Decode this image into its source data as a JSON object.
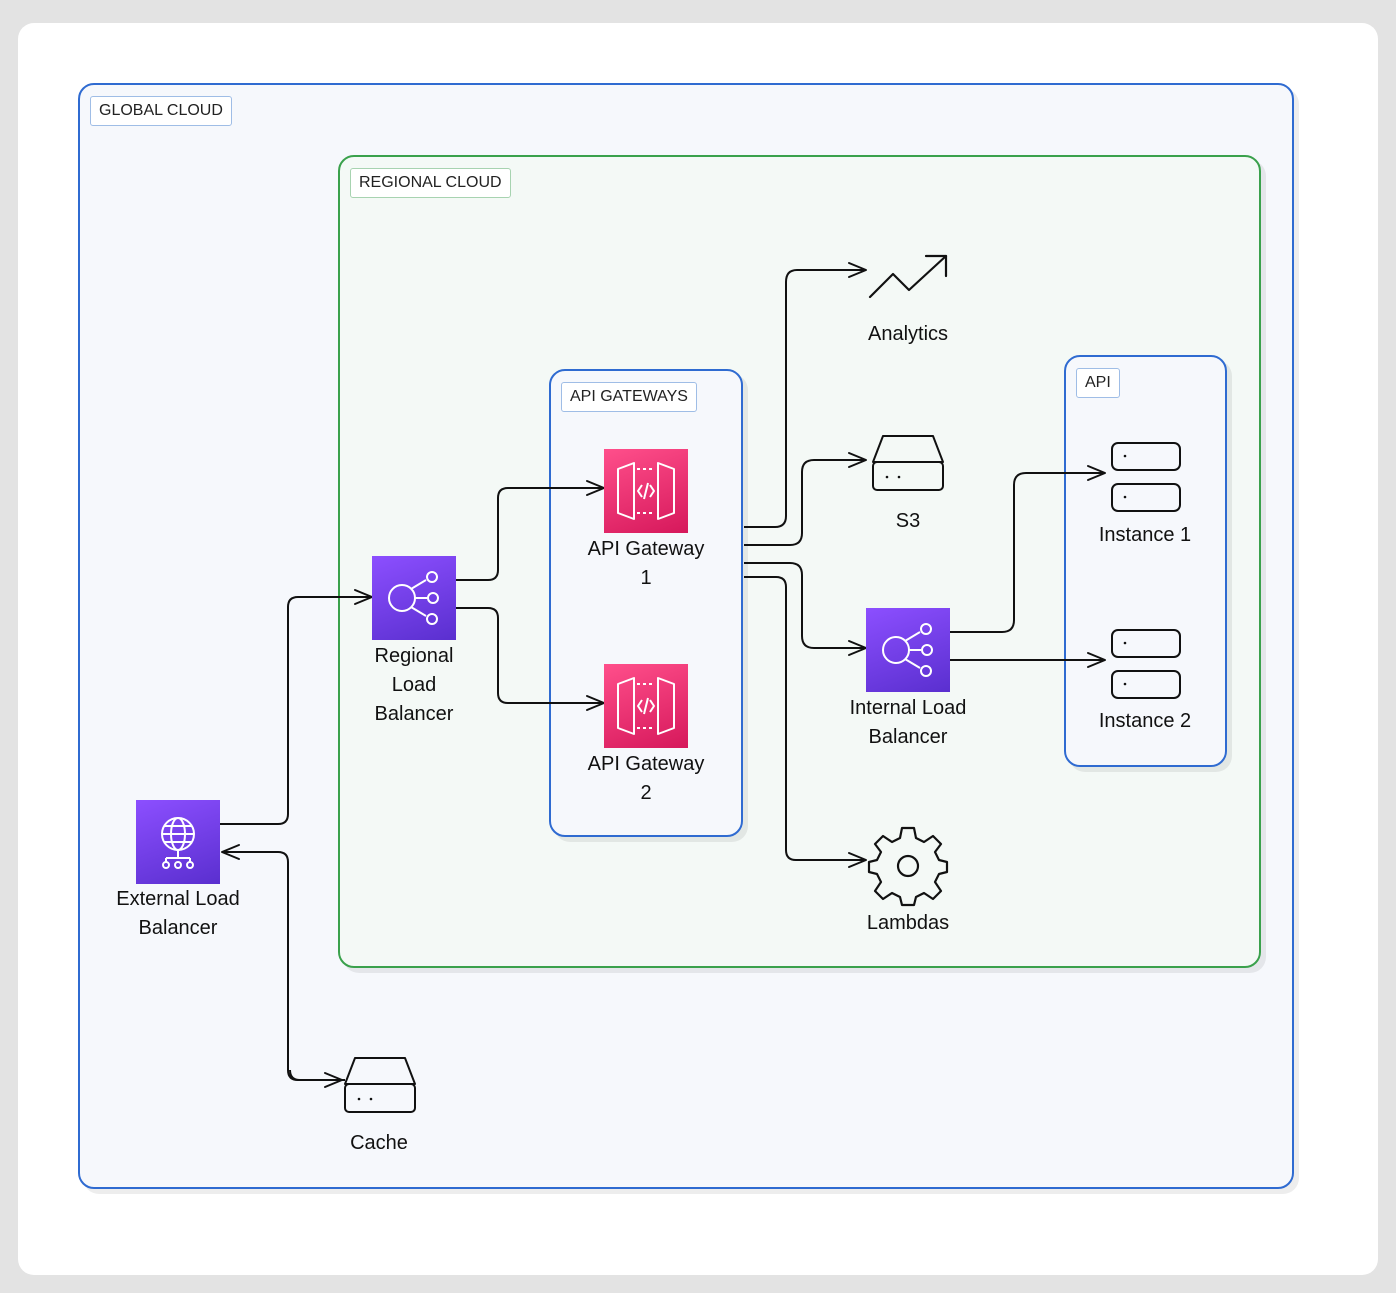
{
  "containers": {
    "global": "GLOBAL CLOUD",
    "regional": "REGIONAL CLOUD",
    "gateways": "API GATEWAYS",
    "api": "API"
  },
  "nodes": {
    "external_lb": "External Load\nBalancer",
    "cache": "Cache",
    "regional_lb": "Regional\nLoad\nBalancer",
    "gateway_1": "API Gateway\n1",
    "gateway_2": "API Gateway\n2",
    "analytics": "Analytics",
    "s3": "S3",
    "internal_lb": "Internal Load\nBalancer",
    "lambdas": "Lambdas",
    "instance_1": "Instance 1",
    "instance_2": "Instance 2"
  },
  "edges": [
    {
      "from": "External Load Balancer",
      "to": "Regional Load Balancer"
    },
    {
      "from": "Cache",
      "to": "External Load Balancer"
    },
    {
      "from": "External Load Balancer",
      "to": "Cache"
    },
    {
      "from": "Regional Load Balancer",
      "to": "API Gateway 1"
    },
    {
      "from": "Regional Load Balancer",
      "to": "API Gateway 2"
    },
    {
      "from": "API Gateway 1",
      "to": "Analytics"
    },
    {
      "from": "API Gateway 1",
      "to": "S3"
    },
    {
      "from": "API Gateway 1",
      "to": "Internal Load Balancer"
    },
    {
      "from": "API Gateway 1",
      "to": "Lambdas"
    },
    {
      "from": "Internal Load Balancer",
      "to": "Instance 1"
    },
    {
      "from": "Internal Load Balancer",
      "to": "Instance 2"
    }
  ],
  "colors": {
    "global_border": "#2f6bd1",
    "regional_border": "#3aa14c",
    "purple_tile": "#7b3ff2",
    "pink_tile": "#e7226a"
  }
}
